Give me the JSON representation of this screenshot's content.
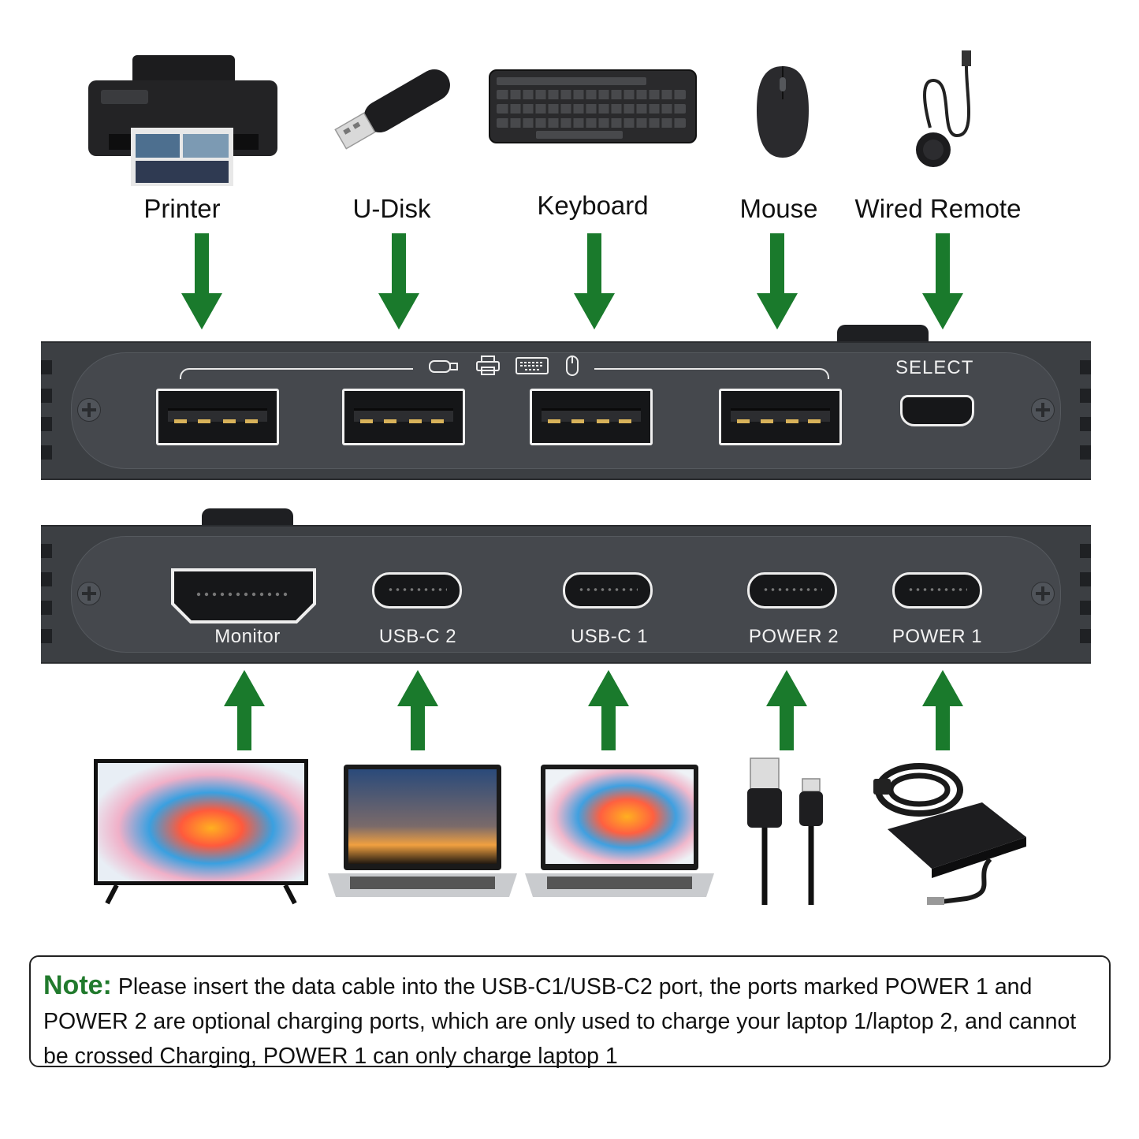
{
  "top_devices": [
    {
      "label": "Printer",
      "icon": "printer-icon"
    },
    {
      "label": "U-Disk",
      "icon": "usb-drive-icon"
    },
    {
      "label": "Keyboard",
      "icon": "keyboard-icon"
    },
    {
      "label": "Mouse",
      "icon": "mouse-icon"
    },
    {
      "label": "Wired Remote",
      "icon": "wired-remote-icon"
    }
  ],
  "top_panel": {
    "select_label": "SELECT",
    "icons": [
      "usb-drive-icon",
      "printer-icon",
      "keyboard-icon",
      "mouse-icon"
    ]
  },
  "bottom_panel": {
    "ports": [
      {
        "label": "Monitor",
        "type": "hdmi"
      },
      {
        "label": "USB-C 2",
        "type": "usb-c"
      },
      {
        "label": "USB-C 1",
        "type": "usb-c"
      },
      {
        "label": "POWER 2",
        "type": "usb-c"
      },
      {
        "label": "POWER 1",
        "type": "usb-c"
      }
    ]
  },
  "bottom_devices": [
    {
      "icon": "tv-monitor-icon"
    },
    {
      "icon": "laptop-icon"
    },
    {
      "icon": "laptop-icon"
    },
    {
      "icon": "usb-cable-icon"
    },
    {
      "icon": "power-adapter-icon"
    }
  ],
  "note": {
    "label": "Note:",
    "text": "Please insert the data cable into the USB-C1/USB-C2 port, the ports marked POWER 1 and POWER 2 are optional charging ports, which are only used to charge your laptop 1/laptop 2, and cannot be crossed Charging, POWER 1 can only charge laptop 1"
  },
  "colors": {
    "arrow": "#1a7a2c",
    "panel": "#3c3f43",
    "note_label": "#217a2d"
  }
}
